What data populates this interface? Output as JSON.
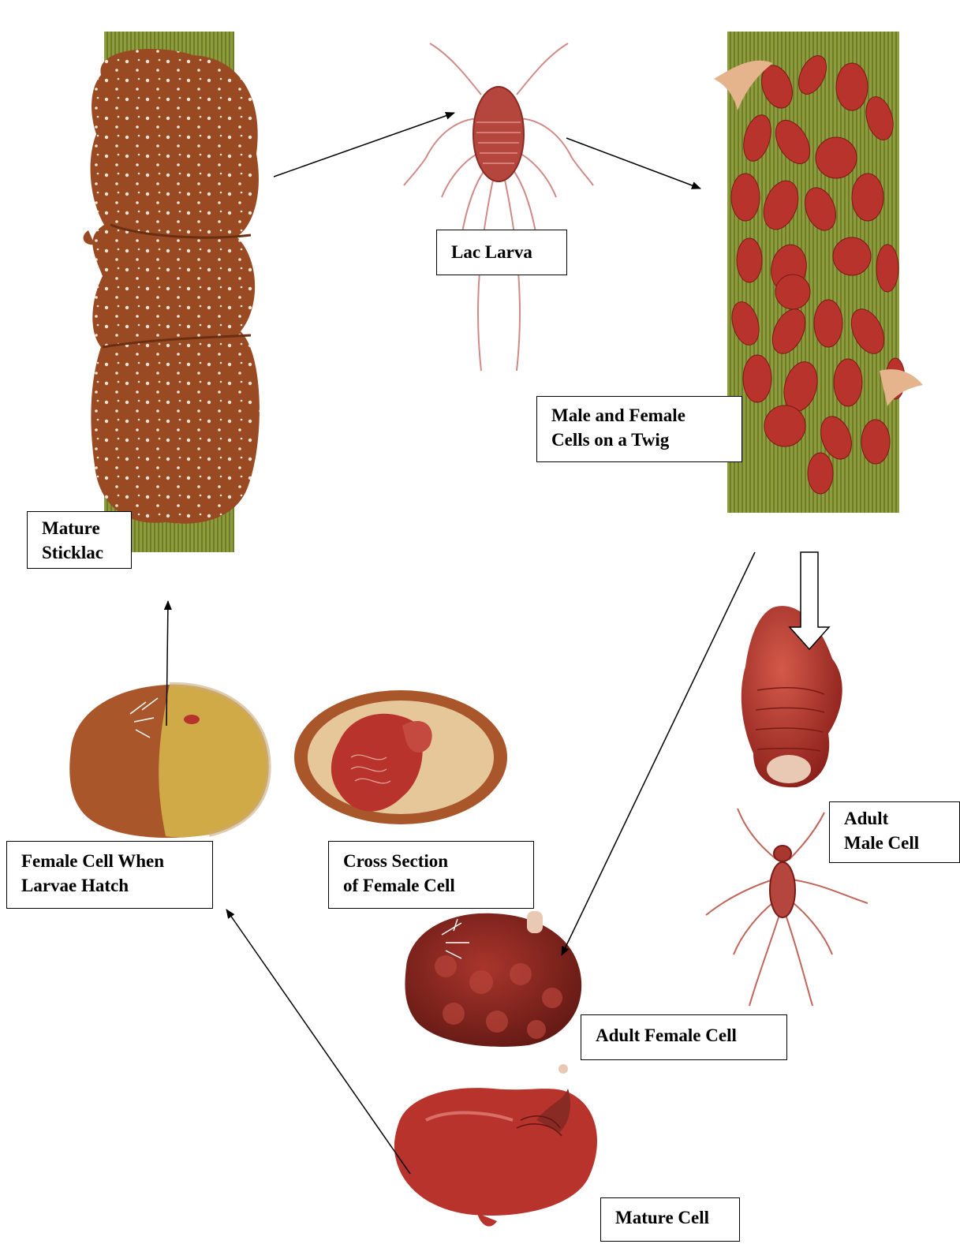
{
  "labels": {
    "lac_larva": "Lac Larva",
    "male_female_cells": "Male and Female\nCells on a Twig",
    "mature_sticklac": "Mature\nSticklac",
    "adult_male_cell": "Adult\nMale Cell",
    "female_cell_hatch": "Female Cell When\nLarvae Hatch",
    "cross_section": "Cross Section\nof Female Cell",
    "adult_female_cell": "Adult Female Cell",
    "mature_cell": "Mature Cell"
  },
  "colors": {
    "lac_brown": "#9a4a22",
    "lac_red": "#b8332c",
    "twig_green": "#8a9a3a",
    "hatch_yellow": "#d4b44a",
    "arrow": "#000000"
  }
}
